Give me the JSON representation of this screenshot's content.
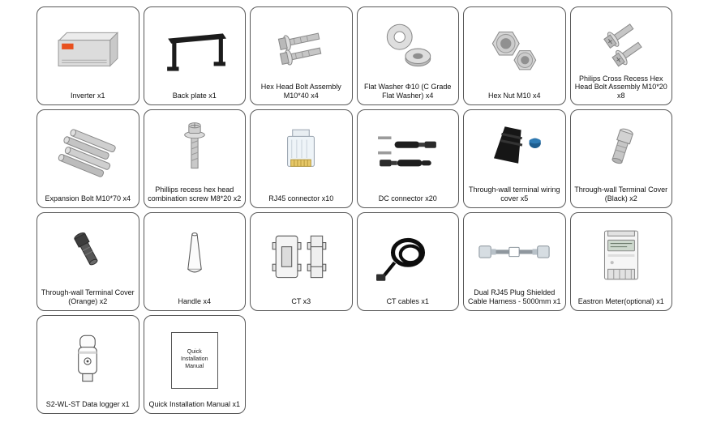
{
  "page": {
    "background": "#ffffff",
    "border_color": "#595959"
  },
  "items": [
    {
      "label": "Inverter x1",
      "icon": "inverter-icon"
    },
    {
      "label": "Back plate x1",
      "icon": "back-plate-icon"
    },
    {
      "label": "Hex Head Bolt Assembly M10*40 x4",
      "icon": "hex-head-bolt-assembly-icon"
    },
    {
      "label": "Flat Washer Φ10 (C Grade Flat Washer) x4",
      "icon": "flat-washer-icon"
    },
    {
      "label": "Hex Nut M10 x4",
      "icon": "hex-nut-icon"
    },
    {
      "label": "Philips Cross Recess Hex Head Bolt Assembly M10*20 x8",
      "icon": "philips-cross-recess-bolt-icon"
    },
    {
      "label": "Expansion Bolt M10*70 x4",
      "icon": "expansion-bolt-icon"
    },
    {
      "label": "Phillips recess hex head combination screw M8*20 x2",
      "icon": "combination-screw-icon"
    },
    {
      "label": "RJ45 connector x10",
      "icon": "rj45-connector-icon"
    },
    {
      "label": "DC connector x20",
      "icon": "dc-connector-icon"
    },
    {
      "label": "Through-wall terminal wiring cover x5",
      "icon": "wiring-cover-icon"
    },
    {
      "label": "Through-wall Terminal Cover (Black) x2",
      "icon": "terminal-cover-black-icon"
    },
    {
      "label": "Through-wall Terminal Cover (Orange) x2",
      "icon": "terminal-cover-orange-icon"
    },
    {
      "label": "Handle x4",
      "icon": "handle-icon"
    },
    {
      "label": "CT x3",
      "icon": "ct-icon"
    },
    {
      "label": "CT cables x1",
      "icon": "ct-cables-icon"
    },
    {
      "label": "Dual RJ45 Plug Shielded Cable Harness - 5000mm x1",
      "icon": "rj45-cable-harness-icon"
    },
    {
      "label": "Eastron Meter(optional) x1",
      "icon": "eastron-meter-icon"
    },
    {
      "label": "S2-WL-ST Data logger x1",
      "icon": "data-logger-icon"
    },
    {
      "label": "Quick Installation Manual x1",
      "icon": "manual-icon"
    }
  ],
  "manual_icon_text": "Quick Installation Manual"
}
